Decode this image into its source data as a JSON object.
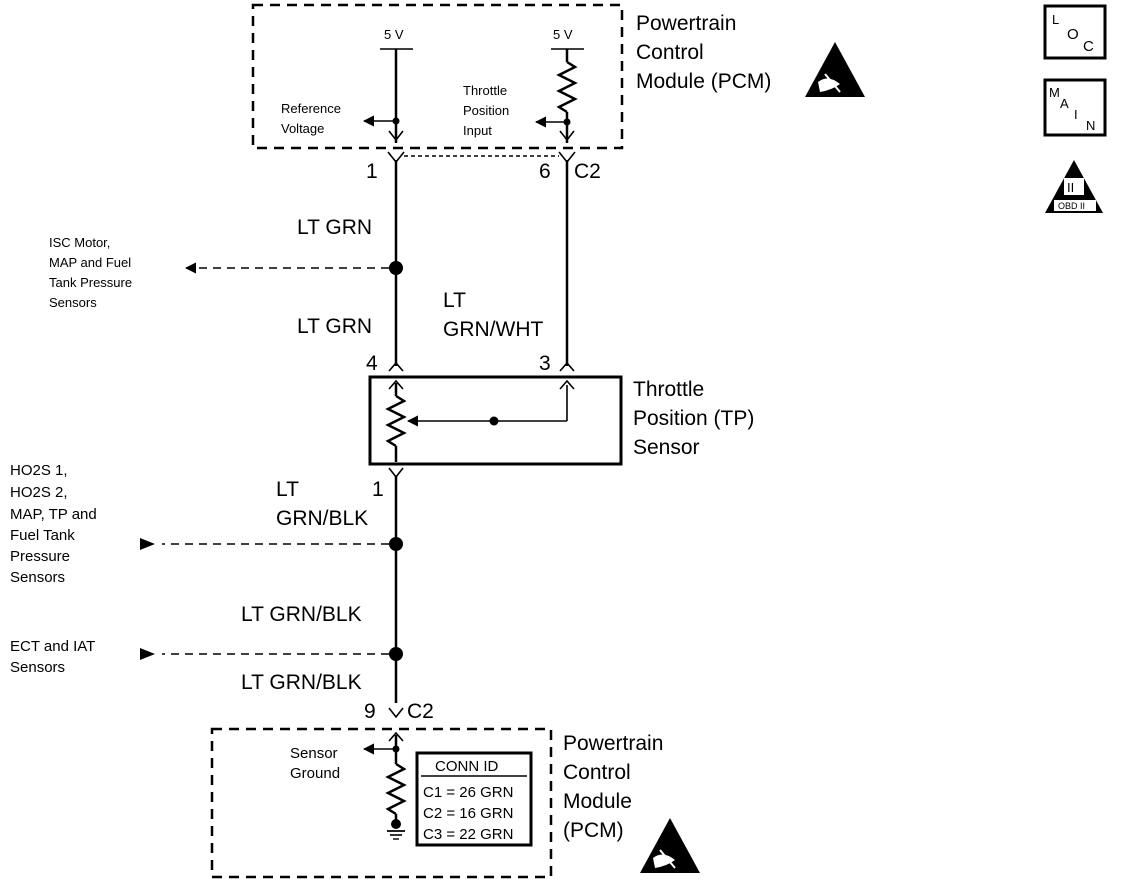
{
  "pcm_top": {
    "title_lines": [
      "Powertrain",
      "Control",
      "Module (PCM)"
    ],
    "supply_left": "5 V",
    "supply_right": "5 V",
    "ref_voltage_lines": [
      "Reference",
      "Voltage"
    ],
    "tp_input_lines": [
      "Throttle",
      "Position",
      "Input"
    ]
  },
  "pins": {
    "top_left": "1",
    "top_right": "6",
    "top_connector": "C2",
    "sensor_left": "4",
    "sensor_right": "3",
    "sensor_bottom": "1",
    "bottom_pin": "9",
    "bottom_connector": "C2"
  },
  "wires": {
    "ltgrn_upper": "LT GRN",
    "ltgrn_lower": "LT GRN",
    "ltgrnwht_lines": [
      "LT",
      "GRN/WHT"
    ],
    "ltgrnblk_1_lines": [
      "LT",
      "GRN/BLK"
    ],
    "ltgrnblk_2": "LT GRN/BLK",
    "ltgrnblk_3": "LT GRN/BLK"
  },
  "branches": {
    "isc_lines": [
      "ISC Motor,",
      "MAP and Fuel",
      "Tank Pressure",
      "Sensors"
    ],
    "ho2s_lines": [
      "HO2S 1,",
      "HO2S 2,",
      "MAP, TP and",
      "Fuel Tank",
      "Pressure",
      "Sensors"
    ],
    "ect_lines": [
      "ECT and IAT",
      "Sensors"
    ]
  },
  "tp_sensor": {
    "title_lines": [
      "Throttle",
      "Position (TP)",
      "Sensor"
    ]
  },
  "pcm_bottom": {
    "title_lines": [
      "Powertrain",
      "Control",
      "Module",
      "(PCM)"
    ],
    "sensor_ground_lines": [
      "Sensor",
      "Ground"
    ],
    "conn_id_header": "CONN ID",
    "conn_rows": [
      "C1 = 26 GRN",
      "C2 = 16 GRN",
      "C3 = 22 GRN"
    ]
  },
  "side_icons": {
    "loc": [
      "L",
      "O",
      "C"
    ],
    "main": [
      "M",
      "A",
      "I",
      "N"
    ],
    "obd_roman": "II",
    "obd_label": "OBD II"
  },
  "icons": [
    "esd-warning-icon",
    "loc-icon",
    "main-icon",
    "obd-ii-icon",
    "ground-icon",
    "resistor-icon",
    "arrow-icon"
  ]
}
